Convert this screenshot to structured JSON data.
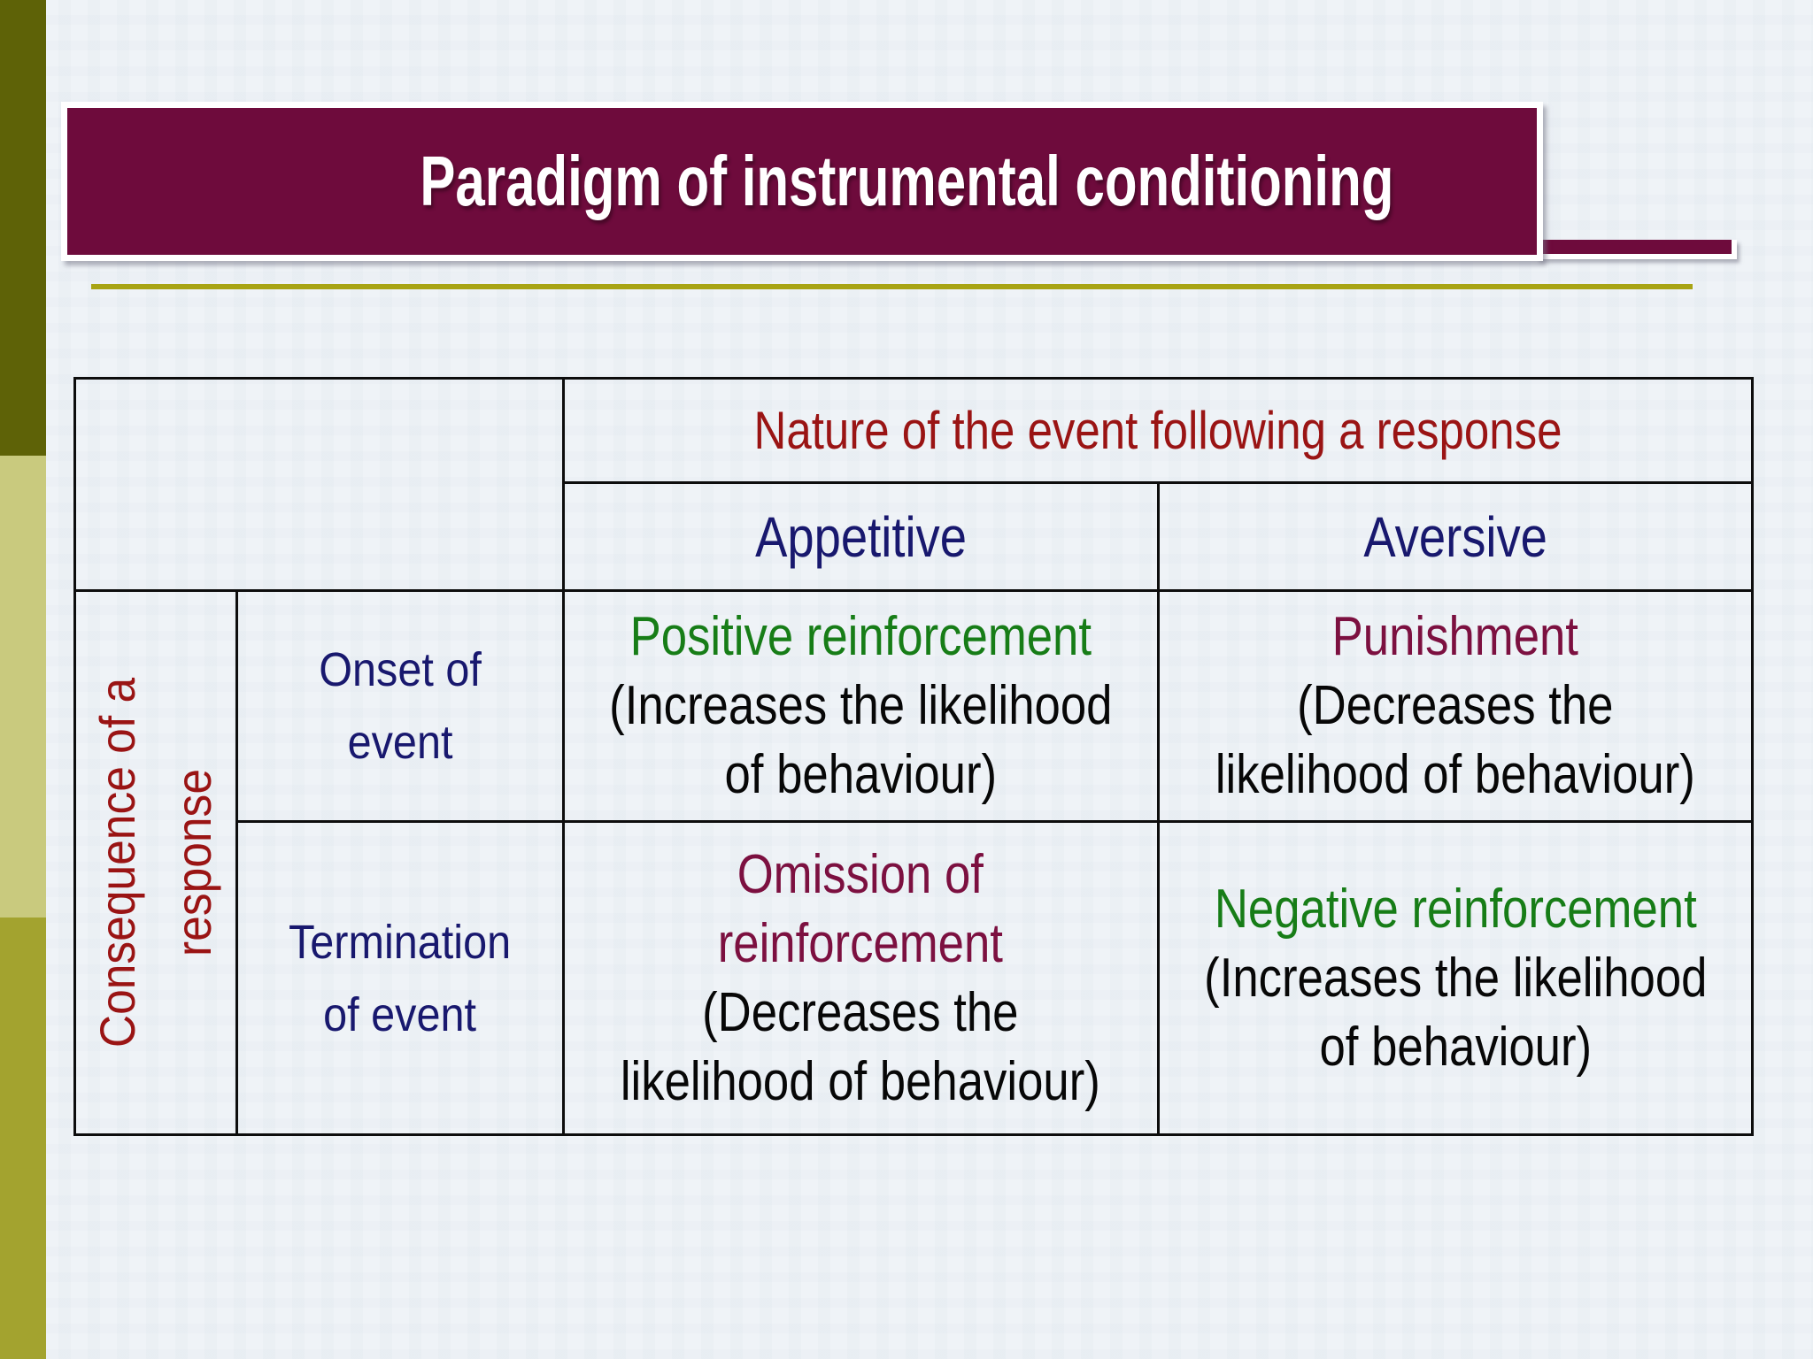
{
  "slide": {
    "title": "Paradigm of instrumental conditioning"
  },
  "colors": {
    "banner_bg": "#6e0b3c",
    "sidebar_dark_olive": "#5e6207",
    "sidebar_khaki": "#c9ca7e",
    "sidebar_olive": "#a3a32f",
    "yellow_rule": "#a8a414",
    "header_red": "#9a1414",
    "navy": "#18186e",
    "green": "#177d17",
    "maroon_text": "#7c1040",
    "black_text": "#070707",
    "background": "#eff3f7"
  },
  "table": {
    "nature_header": "Nature of the event following a response",
    "col_appetitive": "Appetitive",
    "col_aversive": "Aversive",
    "row_label": {
      "line1": "Consequence of a",
      "line2": "response"
    },
    "onset": {
      "line1": "Onset of",
      "line2": "event"
    },
    "termination": {
      "line1": "Termination",
      "line2": "of event"
    },
    "positive": {
      "line1": "Positive reinforcement",
      "line2": "(Increases the likelihood",
      "line3": "of behaviour)"
    },
    "punishment": {
      "line1": "Punishment",
      "line2": "(Decreases the",
      "line3": "likelihood of behaviour)"
    },
    "omission": {
      "line1": "Omission of",
      "line2": "reinforcement",
      "line3": "(Decreases the",
      "line4": "likelihood of behaviour)"
    },
    "negative": {
      "line1": "Negative reinforcement",
      "line2": "(Increases the likelihood",
      "line3": "of behaviour)"
    }
  }
}
